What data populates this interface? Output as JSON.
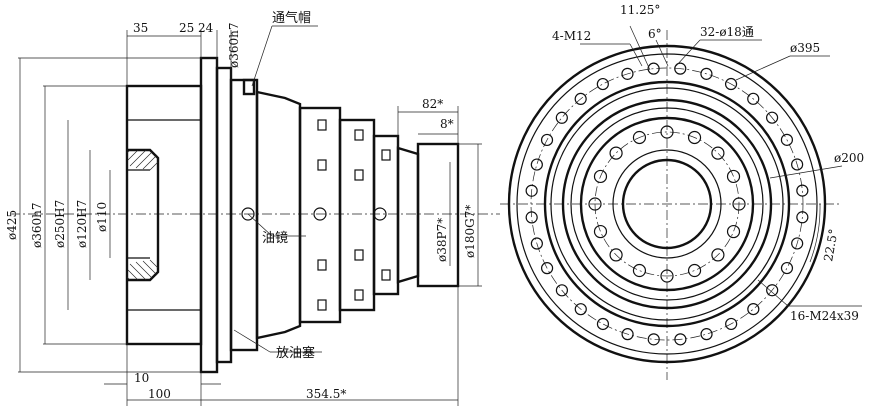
{
  "side_view": {
    "dims": {
      "d35": "35",
      "d25": "25",
      "d24": "24",
      "d360h7_top": "ø360h7",
      "d82": "82*",
      "d8": "8*",
      "d425": "ø425",
      "d360h7": "ø360h7",
      "d250H7": "ø250H7",
      "d120H7": "ø120H7",
      "d110": "ø110",
      "d38P7": "ø38P7*",
      "d180G7": "ø180G7*",
      "d10": "10",
      "d100": "100",
      "d354": "354.5*"
    },
    "notes": {
      "breather": "通气帽",
      "sight_glass": "油镜",
      "drain_plug": "放油塞"
    }
  },
  "front_view": {
    "labels": {
      "angle_11": "11.25°",
      "angle_6": "6°",
      "m12": "4-M12",
      "holes32": "32-ø18通",
      "d395": "ø395",
      "d200": "ø200",
      "angle_22": "22.5°",
      "m24": "16-M24x39"
    }
  }
}
